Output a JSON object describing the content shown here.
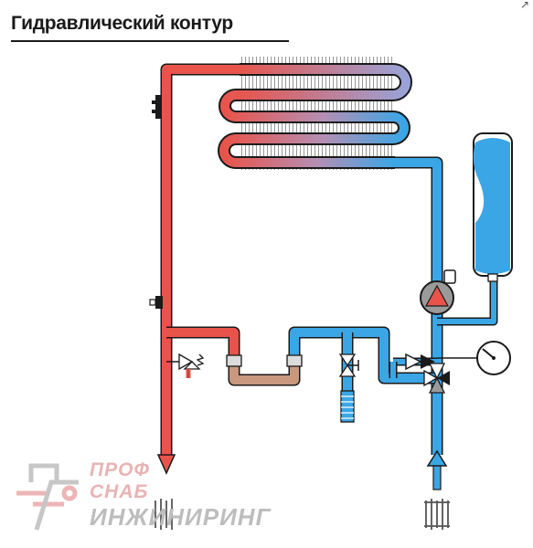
{
  "title": "Гидравлический контур",
  "corner_mark": "↗",
  "watermark": {
    "line1": "ПРОФ",
    "line2": "СНАБ",
    "line3": "ИНЖИНИРИНГ"
  },
  "colors": {
    "hot": "#e9544a",
    "hot_dark": "#c23b33",
    "cold": "#3aa6e6",
    "cold_dark": "#1e7fc0",
    "bypass": "#c9987e",
    "outline": "#1a1a1a"
  },
  "icons": [
    "pump-icon",
    "pressure-gauge-icon",
    "safety-valve-icon",
    "check-valve-icon",
    "three-way-valve-icon",
    "expansion-tank-icon",
    "heat-exchanger-icon",
    "radiator-icon",
    "tap-icon"
  ]
}
